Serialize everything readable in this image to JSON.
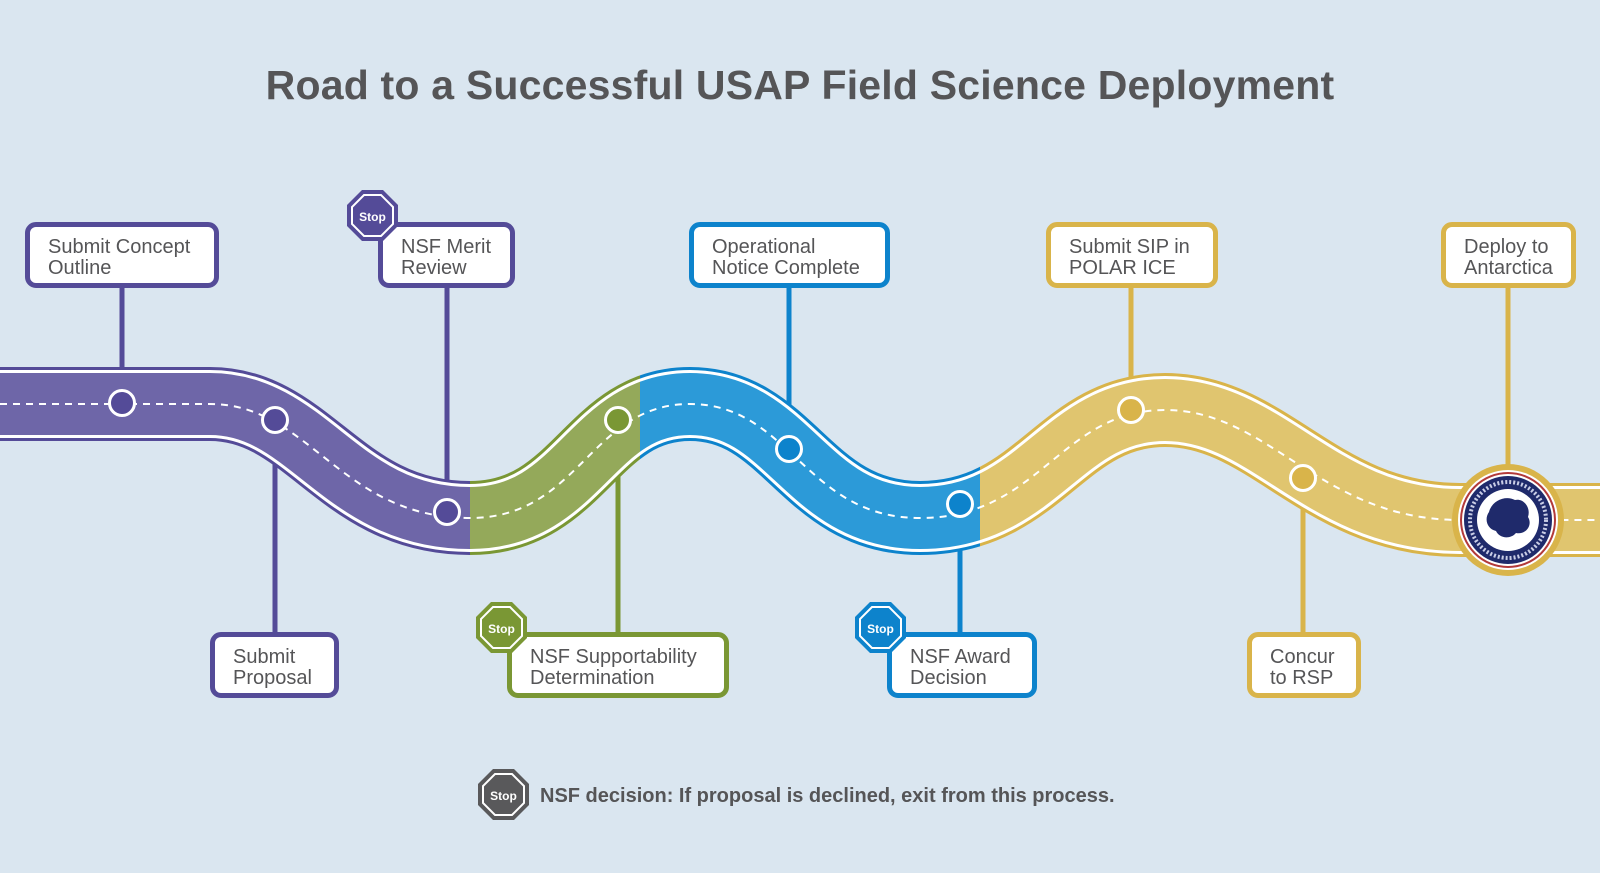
{
  "title": "Road to a Successful USAP Field Science Deployment",
  "colors": {
    "background": "#dae6f0",
    "purple": "#544b98",
    "purple_road": "#6e66a8",
    "green": "#7a9734",
    "green_road": "#94a95a",
    "blue": "#0d83cc",
    "blue_road": "#2c9ad8",
    "gold": "#d9b44a",
    "gold_road": "#e0c56f",
    "stop_gray": "#59595b"
  },
  "steps": [
    {
      "label": "Submit Concept\nOutline",
      "phase": "purple",
      "stop": false
    },
    {
      "label": "Submit\nProposal",
      "phase": "purple",
      "stop": false
    },
    {
      "label": "NSF Merit\nReview",
      "phase": "purple",
      "stop": true
    },
    {
      "label": "NSF Supportability\nDetermination",
      "phase": "green",
      "stop": true
    },
    {
      "label": "Operational\nNotice Complete",
      "phase": "blue",
      "stop": false
    },
    {
      "label": "NSF Award\nDecision",
      "phase": "blue",
      "stop": true
    },
    {
      "label": "Submit SIP in\nPOLAR ICE",
      "phase": "gold",
      "stop": false
    },
    {
      "label": "Concur\nto RSP",
      "phase": "gold",
      "stop": false
    },
    {
      "label": "Deploy to\nAntarctica",
      "phase": "gold",
      "stop": false
    }
  ],
  "stop_sign_text": "Stop",
  "legend": {
    "stop_text": "Stop",
    "text": "NSF decision: If proposal is declined, exit from this process."
  },
  "seal": {
    "name": "usap-seal-logo",
    "text_top": "UNITED STATES ANTARCTIC PROGRAM",
    "text_bottom": "NATIONAL SCIENCE FOUNDATION"
  }
}
